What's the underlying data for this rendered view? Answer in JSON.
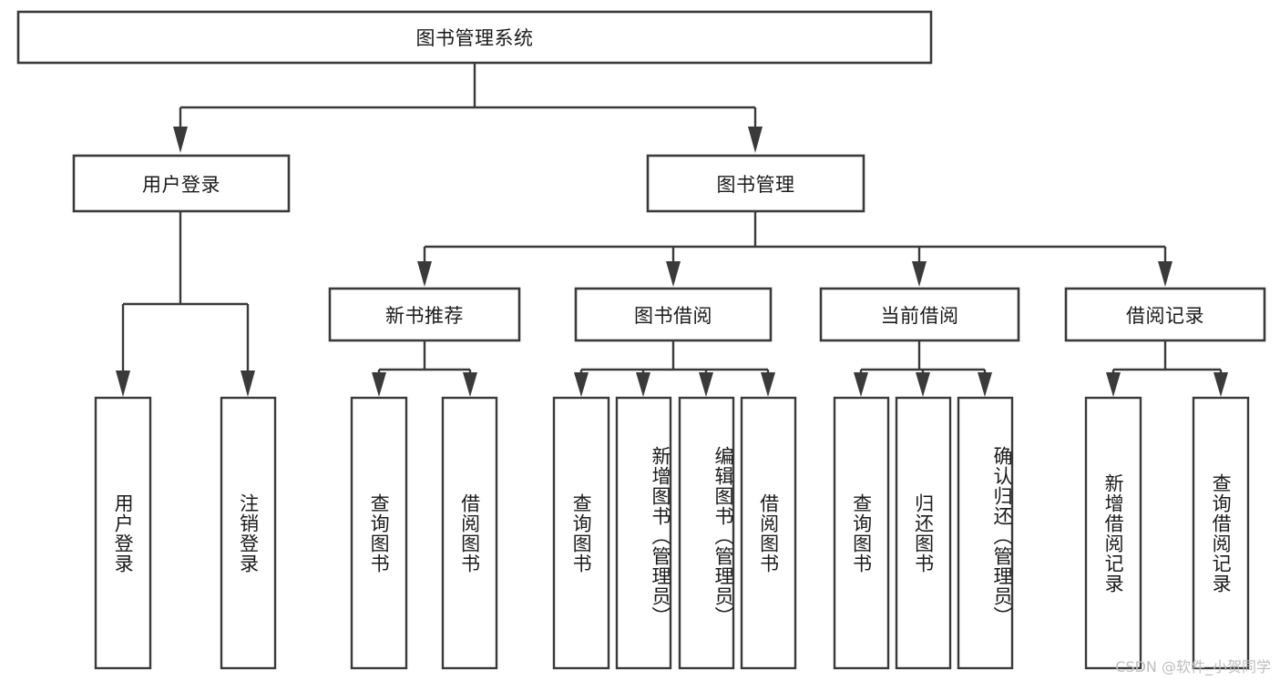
{
  "diagram": {
    "title": "图书管理系统",
    "type": "tree-hierarchy-chart",
    "orientation": "top-down",
    "colors": {
      "stroke": "#3a3a3a",
      "fill": "#ffffff",
      "text": "#1a1a1a",
      "watermark": "#bdbdbd",
      "background": "#ffffff"
    },
    "root": {
      "label": "图书管理系统"
    },
    "level1": [
      {
        "label": "用户登录"
      },
      {
        "label": "图书管理"
      }
    ],
    "level2": [
      {
        "label": "新书推荐"
      },
      {
        "label": "图书借阅"
      },
      {
        "label": "当前借阅"
      },
      {
        "label": "借阅记录"
      }
    ],
    "leaves": {
      "user_login": [
        {
          "label": "用户登录"
        },
        {
          "label": "注销登录"
        }
      ],
      "new_book_recommend": [
        {
          "label": "查询图书"
        },
        {
          "label": "借阅图书"
        }
      ],
      "book_borrow": [
        {
          "label": "查询图书"
        },
        {
          "label": "新增图书（管理员）"
        },
        {
          "label": "编辑图书（管理员）"
        },
        {
          "label": "借阅图书"
        }
      ],
      "current_borrow": [
        {
          "label": "查询图书"
        },
        {
          "label": "归还图书"
        },
        {
          "label": "确认归还（管理员）"
        }
      ],
      "borrow_record": [
        {
          "label": "新增借阅记录"
        },
        {
          "label": "查询借阅记录"
        }
      ]
    },
    "watermark": "CSDN @软件_小贺同学"
  }
}
